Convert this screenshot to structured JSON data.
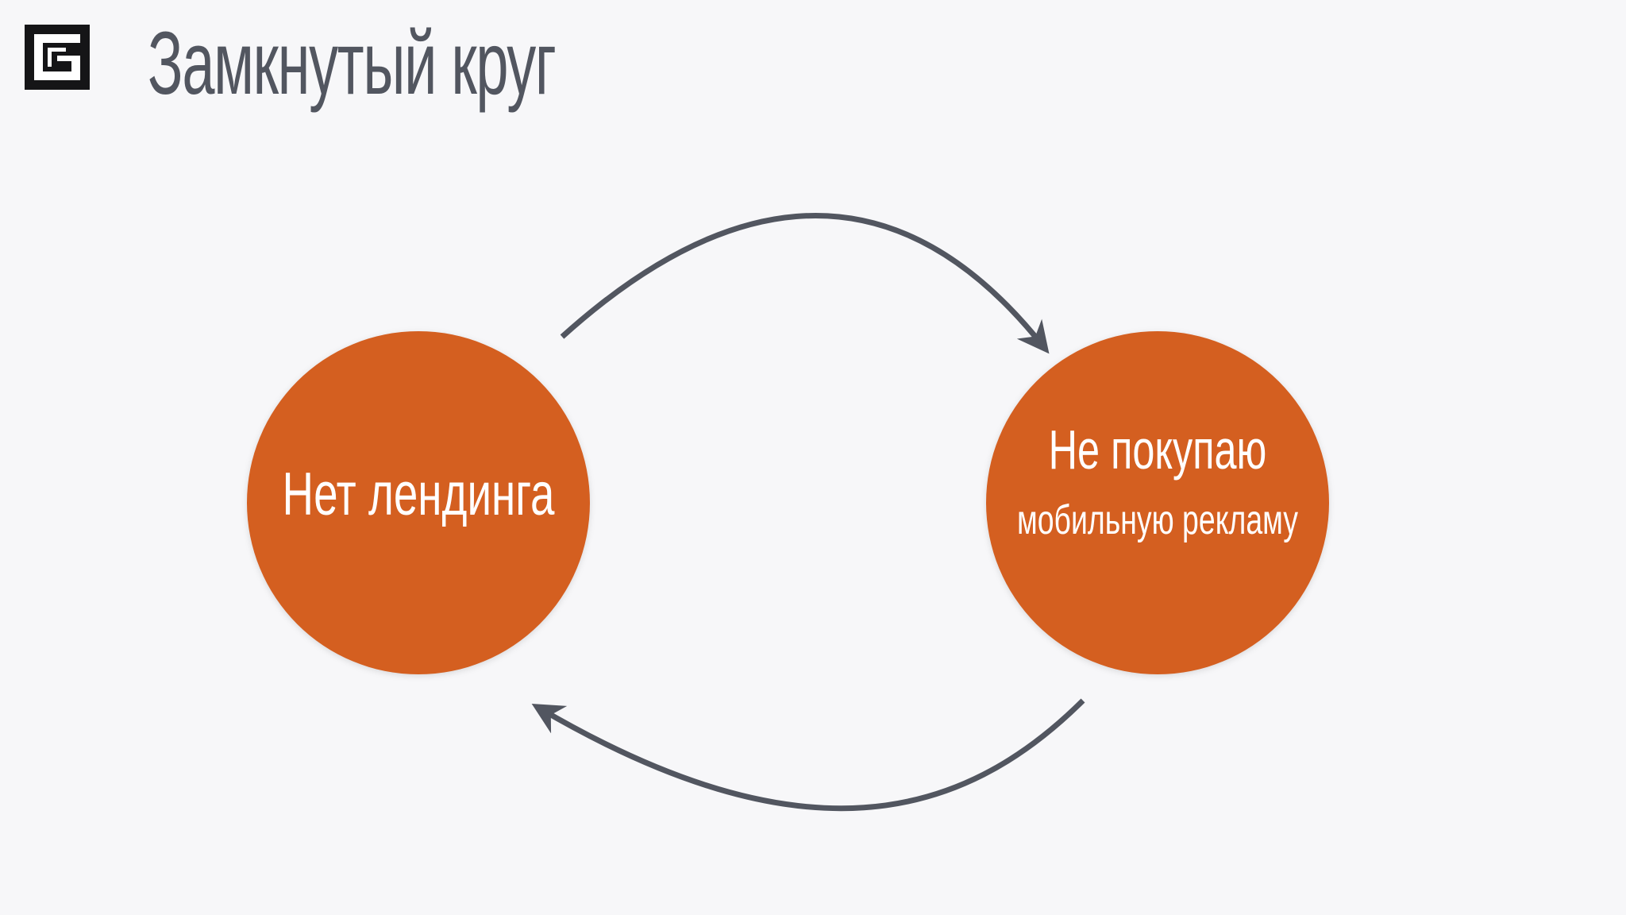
{
  "slide": {
    "title": "Замкнутый круг",
    "logo_icon": "g-logo-icon"
  },
  "colors": {
    "background": "#f7f7f9",
    "title": "#525660",
    "node_fill": "#d45f20",
    "node_text": "#ffffff",
    "arrow": "#525660",
    "logo_bg": "#151517",
    "logo_fg": "#ffffff"
  },
  "nodes": [
    {
      "id": "no-landing",
      "lines": [
        "Нет лендинга"
      ]
    },
    {
      "id": "no-mobile-ads",
      "lines": [
        "Не покупаю",
        "мобильную рекламу"
      ]
    }
  ],
  "edges": [
    {
      "from": "no-landing",
      "to": "no-mobile-ads"
    },
    {
      "from": "no-mobile-ads",
      "to": "no-landing"
    }
  ]
}
